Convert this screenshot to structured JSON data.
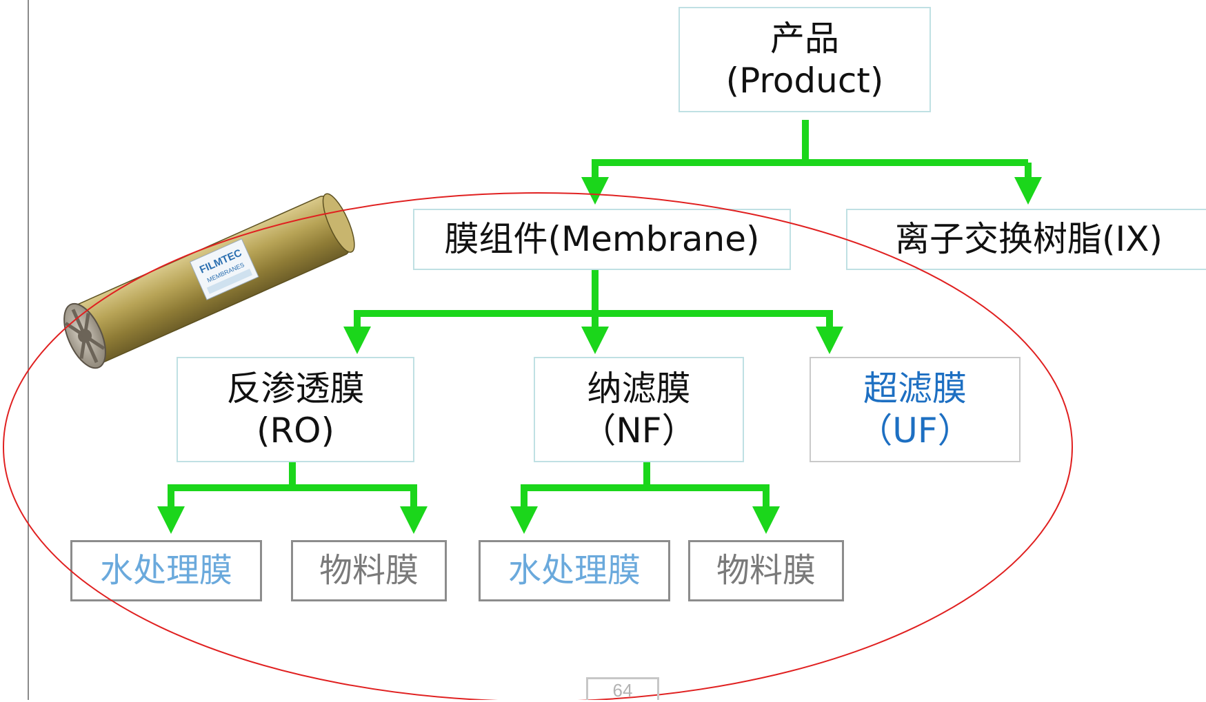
{
  "colors": {
    "connector_green": "#1bd61b",
    "highlight_ellipse": "#e02020",
    "node_border_teal": "#bfe0e3",
    "node_border_gray": "#8c8c8c",
    "uf_text_blue": "#1d6fc2",
    "water_membrane_blue": "#6aa9dc",
    "material_membrane_gray": "#7a7a7a"
  },
  "diagram": {
    "root": {
      "line1": "产品",
      "line2": "(Product)"
    },
    "level1": {
      "membrane": "膜组件(Membrane)",
      "ion_exchange": "离子交换树脂(IX)"
    },
    "level2": {
      "ro": {
        "line1": "反渗透膜",
        "line2": "(RO)"
      },
      "nf": {
        "line1": "纳滤膜",
        "line2": "（NF）"
      },
      "uf": {
        "line1": "超滤膜",
        "line2": "（UF）"
      }
    },
    "level3": {
      "ro_water": "水处理膜",
      "ro_material": "物料膜",
      "nf_water": "水处理膜",
      "nf_material": "物料膜"
    }
  },
  "product_image": {
    "label_line1": "FILMTEC",
    "label_line2": "MEMBRANES"
  },
  "footer": {
    "page_number": "64"
  }
}
